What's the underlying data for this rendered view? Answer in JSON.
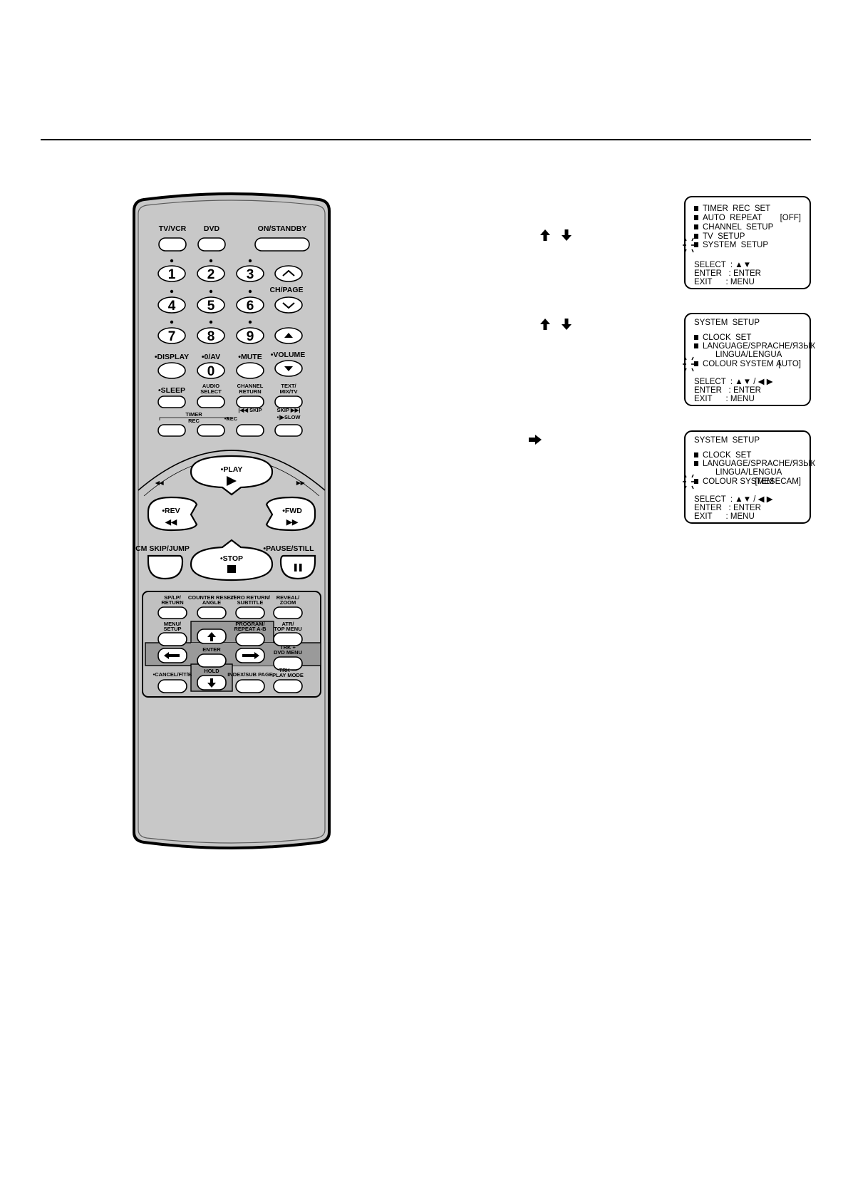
{
  "remote": {
    "top_labels": [
      "TV/VCR",
      "DVD",
      "ON/STANDBY"
    ],
    "digits": [
      "1",
      "2",
      "3",
      "4",
      "5",
      "6",
      "7",
      "8",
      "9",
      "0"
    ],
    "ch_page_label": "CH/PAGE",
    "row_display": [
      "•DISPLAY",
      "•0/AV",
      "•MUTE",
      "•VOLUME"
    ],
    "row_sleep": [
      "•SLEEP",
      "AUDIO",
      "SELECT",
      "CHANNEL",
      "RETURN",
      "TEXT/",
      "MIX/TV"
    ],
    "timer_rec": [
      "TIMER",
      "REC"
    ],
    "rec_label": "•REC",
    "skip_back": "|◀◀ SKIP",
    "skip_fwd": "SKIP ▶▶|",
    "slow": "•|▶SLOW",
    "play": "•PLAY",
    "rev": "•REV",
    "fwd": "•FWD",
    "stop": "•STOP",
    "cm_skip": "CM SKIP/JUMP",
    "pause": "•PAUSE/STILL",
    "panel_row1": [
      [
        "SP/LP/",
        "RETURN"
      ],
      [
        "COUNTER RESET/",
        "ANGLE"
      ],
      [
        "ZERO RETURN/",
        "SUBTITLE"
      ],
      [
        "REVEAL/",
        "ZOOM"
      ]
    ],
    "menu_setup": [
      "MENU/",
      "SETUP"
    ],
    "program": [
      "PROGRAM/",
      "REPEAT A-B"
    ],
    "atr": [
      "ATR/",
      "TOP MENU"
    ],
    "trk_plus": [
      "TRK +",
      "DVD MENU"
    ],
    "enter": "ENTER",
    "hold": "HOLD",
    "cancel": "•CANCEL/F/T/B",
    "index": "INDEX/SUB PAGE",
    "trk_minus": [
      "TRK —",
      "PLAY MODE"
    ]
  },
  "osd_screens": [
    {
      "title": "",
      "items": [
        {
          "label": "TIMER  REC  SET",
          "value": ""
        },
        {
          "label": "AUTO  REPEAT",
          "value": "[OFF]"
        },
        {
          "label": "CHANNEL  SETUP",
          "value": ""
        },
        {
          "label": "TV  SETUP",
          "value": ""
        },
        {
          "label": "SYSTEM  SETUP",
          "value": ""
        }
      ],
      "footer": [
        "SELECT  : ▲▼",
        "ENTER   : ENTER",
        "EXIT      : MENU"
      ]
    },
    {
      "title": "SYSTEM  SETUP",
      "items": [
        {
          "label": "CLOCK  SET",
          "value": ""
        },
        {
          "label": "LANGUAGE/SPRACHE/ЯЗЫК",
          "value": ""
        },
        {
          "label": "LINGUA/LENGUA",
          "value": ""
        },
        {
          "label": "COLOUR SYSTEM  [",
          "value": "AUTO]"
        }
      ],
      "footer": [
        "SELECT  : ▲▼ / ◀ ▶",
        "ENTER   : ENTER",
        "EXIT      : MENU"
      ]
    },
    {
      "title": "SYSTEM  SETUP",
      "items": [
        {
          "label": "CLOCK  SET",
          "value": ""
        },
        {
          "label": "LANGUAGE/SPRACHE/ЯЗЫК",
          "value": ""
        },
        {
          "label": "LINGUA/LENGUA",
          "value": ""
        },
        {
          "label": "COLOUR SYSTEM",
          "value": "[MESECAM]"
        }
      ],
      "footer": [
        "SELECT  : ▲▼ / ◀ ▶",
        "ENTER   : ENTER",
        "EXIT      : MENU"
      ]
    }
  ]
}
